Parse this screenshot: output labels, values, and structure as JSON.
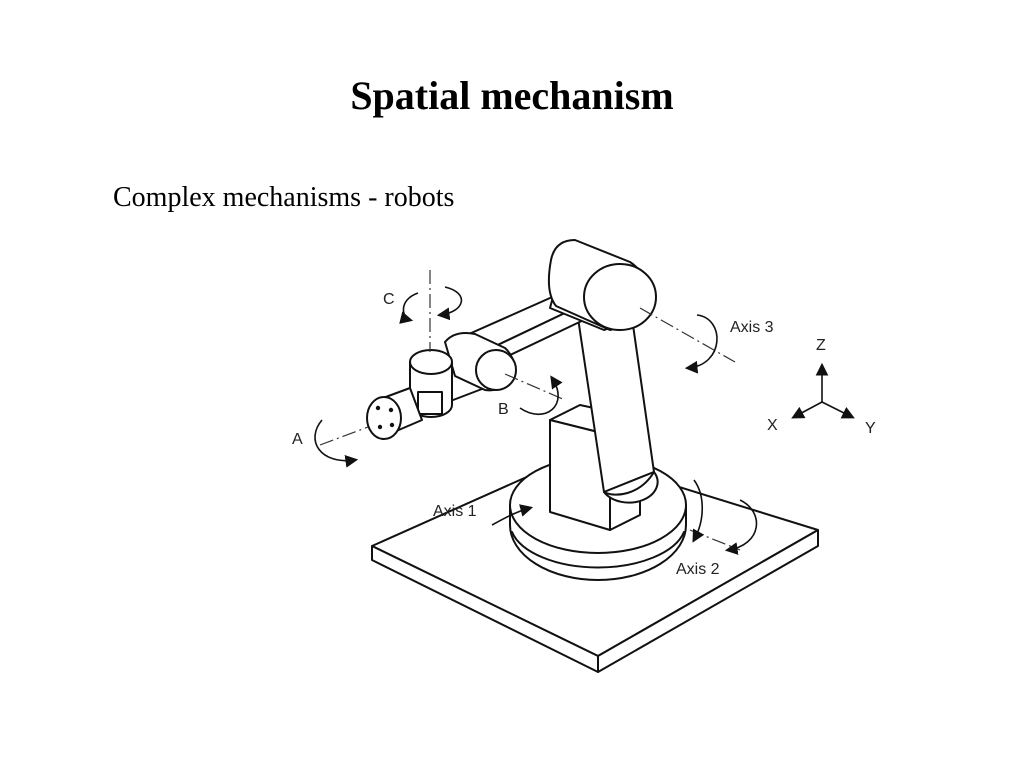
{
  "slide": {
    "title": "Spatial mechanism",
    "subtitle": "Complex mechanisms - robots"
  },
  "diagram": {
    "labels": {
      "axis1": "Axis 1",
      "axis2": "Axis 2",
      "axis3": "Axis 3",
      "a": "A",
      "b": "B",
      "c": "C",
      "x": "X",
      "y": "Y",
      "z": "Z"
    }
  }
}
